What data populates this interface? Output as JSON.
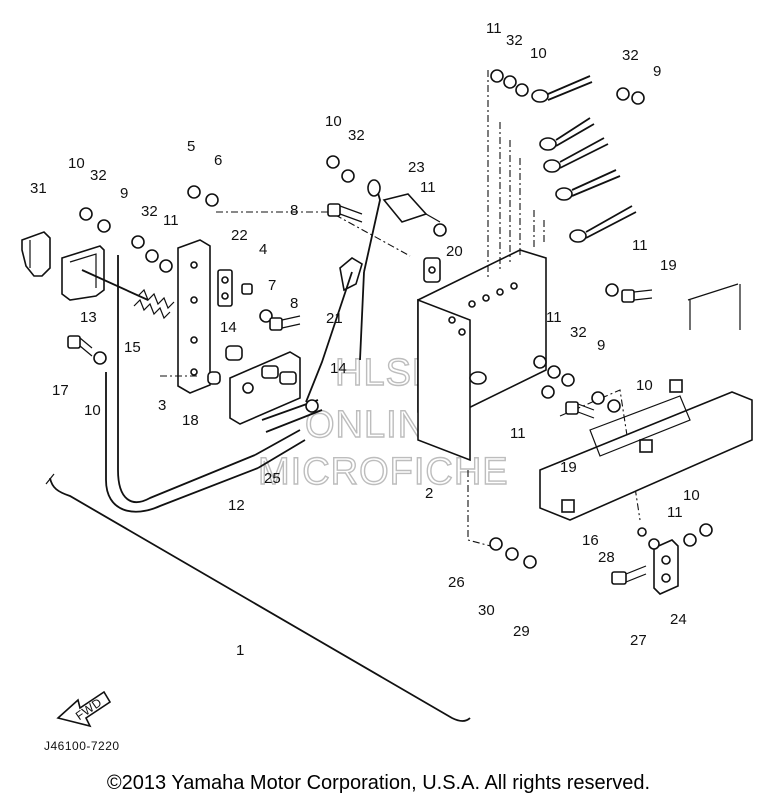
{
  "diagram": {
    "part_code": "J46100-7220",
    "fwd_label": "FWD",
    "watermark": [
      "HLSM",
      "ONLINE",
      "MICROFICHE"
    ],
    "copyright": "©2013 Yamaha Motor Corporation, U.S.A. All rights reserved.",
    "callouts": {
      "c1": "1",
      "c2": "2",
      "c3": "3",
      "c4": "4",
      "c5": "5",
      "c6": "6",
      "c7": "7",
      "c8a": "8",
      "c8b": "8",
      "c9a": "9",
      "c9b": "9",
      "c9c": "9",
      "c10a": "10",
      "c10b": "10",
      "c10c": "10",
      "c10d": "10",
      "c10e": "10",
      "c10f": "10",
      "c11a": "11",
      "c11b": "11",
      "c11c": "11",
      "c11d": "11",
      "c11e": "11",
      "c11f": "11",
      "c11g": "11",
      "c12": "12",
      "c13": "13",
      "c14a": "14",
      "c14b": "14",
      "c15": "15",
      "c16": "16",
      "c17": "17",
      "c18": "18",
      "c19a": "19",
      "c19b": "19",
      "c20": "20",
      "c21": "21",
      "c22": "22",
      "c23": "23",
      "c24": "24",
      "c25": "25",
      "c26": "26",
      "c27": "27",
      "c28": "28",
      "c29": "29",
      "c30": "30",
      "c31": "31",
      "c32a": "32",
      "c32b": "32",
      "c32c": "32",
      "c32d": "32",
      "c32e": "32",
      "c32f": "32"
    }
  }
}
